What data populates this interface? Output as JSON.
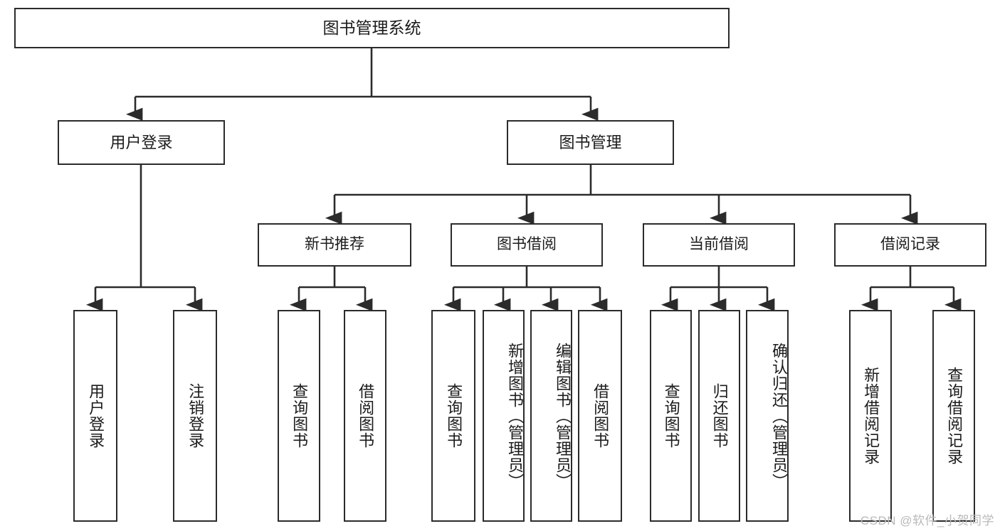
{
  "diagram": {
    "type": "tree",
    "title": "图书管理系统",
    "root": {
      "label": "图书管理系统"
    },
    "level1": [
      {
        "label": "用户登录"
      },
      {
        "label": "图书管理"
      }
    ],
    "level2": [
      {
        "label": "新书推荐"
      },
      {
        "label": "图书借阅"
      },
      {
        "label": "当前借阅"
      },
      {
        "label": "借阅记录"
      }
    ],
    "leaves": {
      "user_login": [
        {
          "label": "用户登录"
        },
        {
          "label": "注销登录"
        }
      ],
      "new_book_recommend": [
        {
          "label": "查询图书"
        },
        {
          "label": "借阅图书"
        }
      ],
      "book_borrow": [
        {
          "label": "查询图书"
        },
        {
          "label": "新增图书（管理员）"
        },
        {
          "label": "编辑图书（管理员）"
        },
        {
          "label": "借阅图书"
        }
      ],
      "current_borrow": [
        {
          "label": "查询图书"
        },
        {
          "label": "归还图书"
        },
        {
          "label": "确认归还（管理员）"
        }
      ],
      "borrow_record": [
        {
          "label": "新增借阅记录"
        },
        {
          "label": "查询借阅记录"
        }
      ]
    },
    "colors": {
      "border": "#2b2b2b",
      "background": "#ffffff",
      "text": "#1b1b1b",
      "watermark": "#b9b9b9"
    }
  },
  "watermark": {
    "text": "CSDN @软件_小贺同学"
  }
}
